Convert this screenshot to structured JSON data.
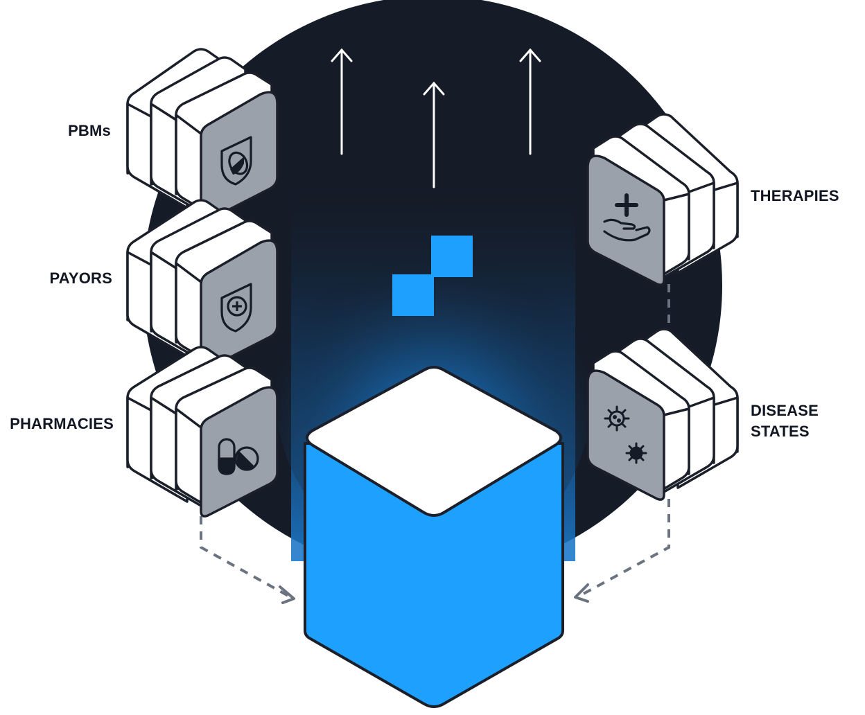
{
  "labels": {
    "pbms": "PBMs",
    "payors": "PAYORS",
    "pharmacies": "PHARMACIES",
    "therapies": "THERAPIES",
    "disease_states_line1": "DISEASE",
    "disease_states_line2": "STATES"
  },
  "colors": {
    "background_circle": "#151b27",
    "glow_blue": "#1c74c4",
    "accent_blue": "#1ea0ff",
    "cube_top": "#ffffff",
    "stroke": "#1b1f29",
    "tile_face": "#9ba1ab",
    "card_white": "#ffffff",
    "dashed_connector": "#6b7380",
    "arrow": "#ffffff"
  },
  "icons": {
    "pbms": "shield-pill-icon",
    "payors": "shield-cross-icon",
    "pharmacies": "capsule-pill-icon",
    "therapies": "hand-plus-icon",
    "disease_states": "virus-icon",
    "logo": "logo-blocks-icon"
  }
}
